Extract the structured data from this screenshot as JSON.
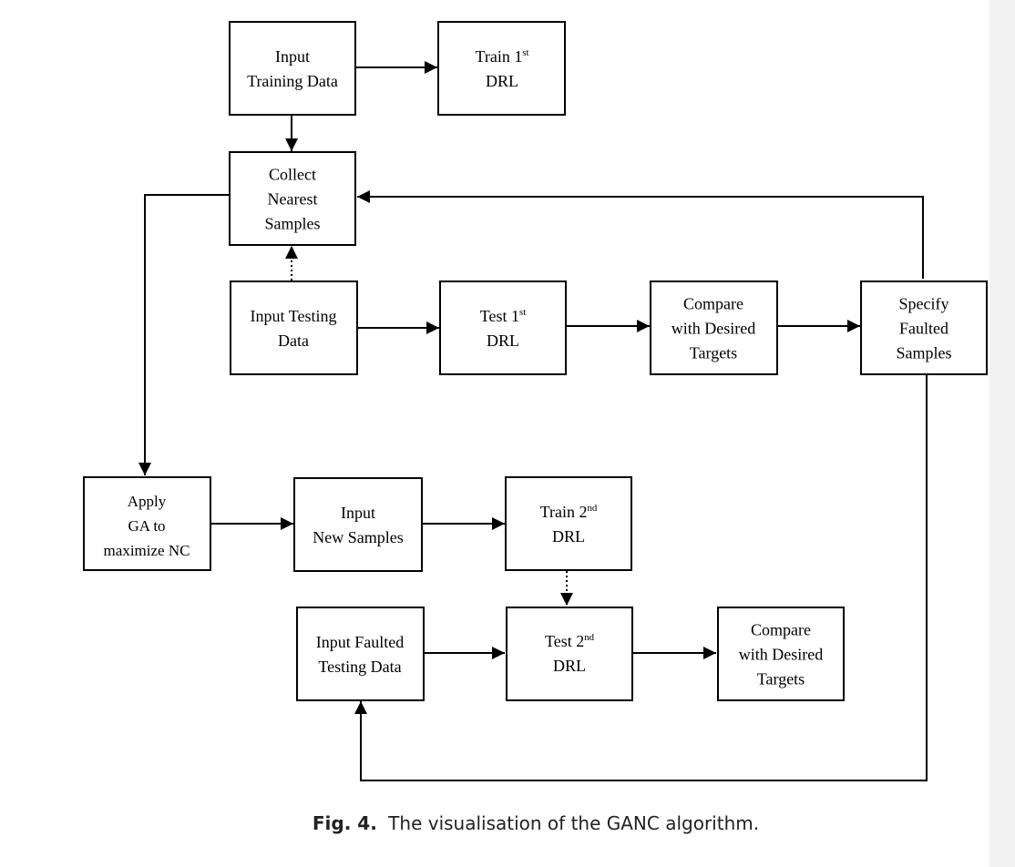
{
  "nodes": {
    "input_training": {
      "lines": [
        "Input",
        "Training Data"
      ]
    },
    "train_1": {
      "lines": [
        "Train 1|st",
        "DRL"
      ]
    },
    "collect_nearest": {
      "lines": [
        "Collect",
        "Nearest",
        "Samples"
      ]
    },
    "input_testing": {
      "lines": [
        "Input Testing",
        "Data"
      ]
    },
    "test_1": {
      "lines": [
        "Test 1|st",
        "DRL"
      ]
    },
    "compare_1": {
      "lines": [
        "Compare",
        "with Desired",
        "Targets"
      ]
    },
    "specify_faulted": {
      "lines": [
        "Specify",
        "Faulted",
        "Samples"
      ]
    },
    "apply_ga": {
      "lines": [
        "Apply",
        "GA to",
        "maximize NC"
      ]
    },
    "input_new": {
      "lines": [
        "Input",
        "New Samples"
      ]
    },
    "train_2": {
      "lines": [
        "Train 2|nd",
        "DRL"
      ]
    },
    "input_faulted": {
      "lines": [
        "Input Faulted",
        "Testing Data"
      ]
    },
    "test_2": {
      "lines": [
        "Test 2|nd",
        "DRL"
      ]
    },
    "compare_2": {
      "lines": [
        "Compare",
        "with Desired",
        "Targets"
      ]
    }
  },
  "caption": {
    "label": "Fig. 4.",
    "text": "The visualisation of the GANC algorithm."
  }
}
